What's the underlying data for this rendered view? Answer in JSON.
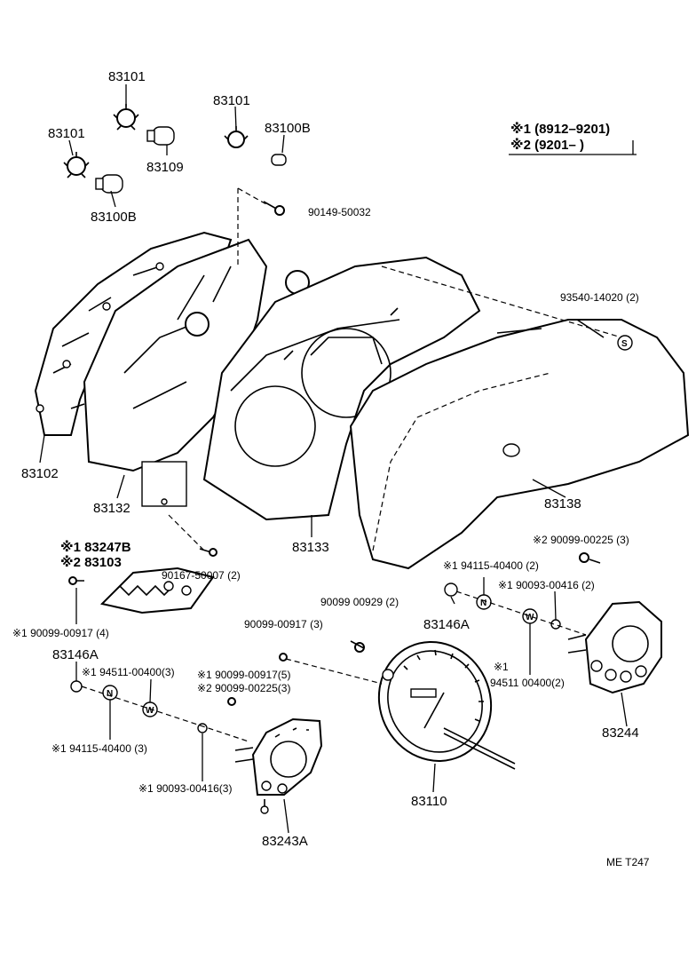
{
  "legend": {
    "line1": "※1 (8912–9201)",
    "line2": "※2 (9201–        )"
  },
  "parts": {
    "p83101_a": "83101",
    "p83101_b": "83101",
    "p83101_c": "83101",
    "p83109": "83109",
    "p83100b_a": "83100B",
    "p83100b_b": "83100B",
    "p90149": "90149-50032",
    "p93540": "93540-14020 (2)",
    "p83102": "83102",
    "p83132": "83132",
    "p83133": "83133",
    "p83138": "83138",
    "p83247b": "※1 83247B",
    "p83103": "※2 83103",
    "p90167": "90167-50007 (2)",
    "p90099_00917_4": "※1 90099-00917 (4)",
    "p90099_00929": "90099 00929 (2)",
    "p90099_00917_3": "90099-00917 (3)",
    "p83146a_r": "83146A",
    "p83146a_l": "83146A",
    "p94511_3": "※1 94511-00400(3)",
    "p90099_00917_5": "※1 90099-00917(5)",
    "p90099_00225_3": "※2 90099-00225(3)",
    "p94115_3": "※1 94115-40400 (3)",
    "p90093_3": "※1 90093-00416(3)",
    "p83243a": "83243A",
    "p83110": "83110",
    "p290099": "※2 90099-00225 (3)",
    "p94115_2": "※1 94115-40400 (2)",
    "p90093_2": "※1 90093-00416 (2)",
    "p94511_2a": "※1",
    "p94511_2b": "94511 00400(2)",
    "p83244": "83244"
  },
  "symbols": {
    "s": "S",
    "n": "N",
    "w": "W"
  },
  "footer": {
    "code": "ME  T247"
  }
}
